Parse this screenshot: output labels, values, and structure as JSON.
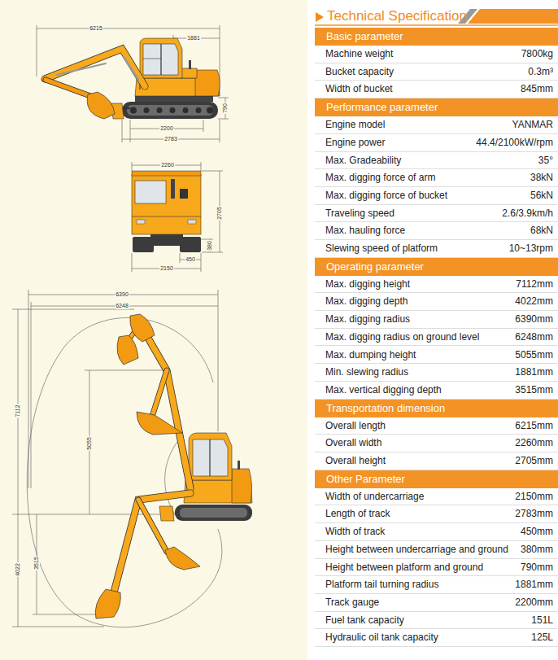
{
  "diagram": {
    "title": "Technical Specification",
    "nodes": [
      {
        "text": [
          "Basic parameter"
        ]
      },
      {
        "text": [
          "Performance parameter"
        ]
      },
      {
        "text": [
          "Operating parameter"
        ]
      },
      {
        "text": [
          "Transportation dimension"
        ]
      },
      {
        "text": [
          "Other Parameter"
        ]
      }
    ],
    "labels": [
      "6215",
      "1881",
      "790",
      "2200",
      "2783",
      "2260",
      "2705",
      "380",
      "450",
      "2150",
      "6390",
      "6248",
      "7112",
      "5055",
      "4022",
      "3515",
      "Machine weight",
      "7800kg",
      "Bucket capacity",
      "0.3m³",
      "Width of bucket",
      "845mm",
      "Engine model",
      "YANMAR",
      "Engine power",
      "44.4/2100kW/rpm",
      "Max. Gradeability",
      "35°",
      "Max. digging force of arm",
      "38kN",
      "Max. digging force of bucket",
      "56kN",
      "Traveling speed",
      "2.6/3.9km/h",
      "Max. hauling force",
      "68kN",
      "Slewing speed of platform",
      "10~13rpm",
      "Max. digging height",
      "7112mm",
      "Max. digging depth",
      "4022mm",
      "Max. digging radius",
      "6390mm",
      "Max. digging radius on ground level",
      "6248mm",
      "Max. dumping height",
      "5055mm",
      "Min. slewing radius",
      "1881mm",
      "Max. vertical digging depth",
      "3515mm",
      "Overall length",
      "6215mm",
      "Overall width",
      "2260mm",
      "Overall height",
      "2705mm",
      "Width of undercarriage",
      "2150mm",
      "Length of track",
      "2783mm",
      "Width of track",
      "450mm",
      "Height between undercarriage and ground",
      "380mm",
      "Height between platform and ground",
      "790mm",
      "Platform tail turning radius",
      "1881mm",
      "Track gauge",
      "2200mm",
      "Fuel tank capacity",
      "151L",
      "Hydraulic oil tank capacity",
      "125L"
    ]
  }
}
